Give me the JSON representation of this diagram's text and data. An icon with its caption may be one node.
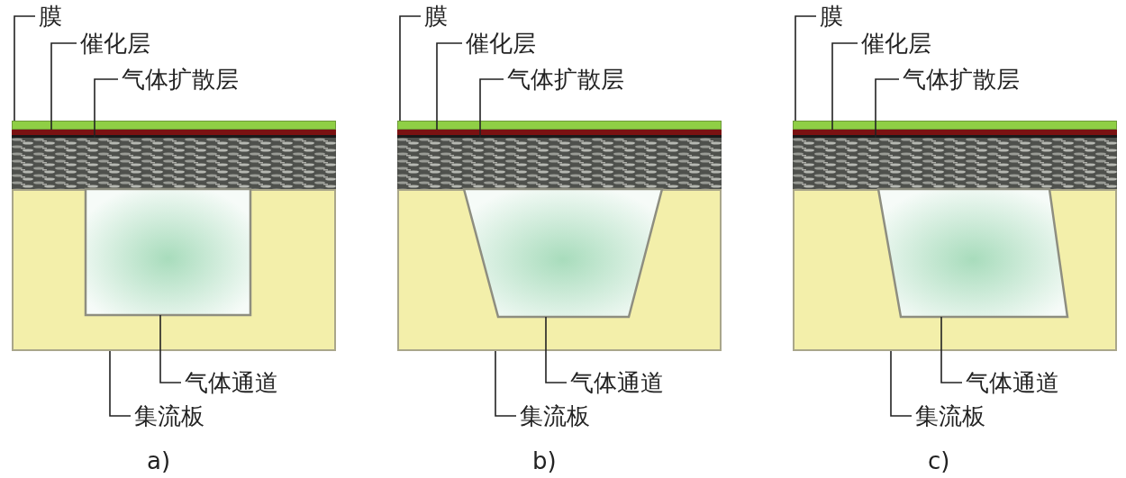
{
  "diagram": {
    "nodes": [
      {
        "text": [
          "膜"
        ]
      },
      {
        "text": [
          "催化层"
        ]
      },
      {
        "text": [
          "气体扩散层"
        ]
      },
      {
        "text": [],
        "shape": "bar"
      },
      {
        "text": [],
        "shape": "bar"
      },
      {
        "text": [],
        "shape": "bar"
      },
      {
        "text": [],
        "shape": "box"
      },
      {
        "text": [],
        "shape": "box",
        "in": 6
      },
      {
        "text": [
          "气体通道"
        ]
      },
      {
        "text": [
          "集流板"
        ]
      },
      {
        "text": [
          "膜"
        ]
      },
      {
        "text": [
          "催化层"
        ]
      },
      {
        "text": [
          "气体扩散层"
        ]
      },
      {
        "text": [],
        "shape": "bar"
      },
      {
        "text": [],
        "shape": "bar"
      },
      {
        "text": [],
        "shape": "bar"
      },
      {
        "text": [],
        "shape": "box"
      },
      {
        "text": [],
        "shape": "trapezoid",
        "in": 16
      },
      {
        "text": [
          "气体通道"
        ]
      },
      {
        "text": [
          "集流板"
        ]
      },
      {
        "text": [
          "膜"
        ]
      },
      {
        "text": [
          "催化层"
        ]
      },
      {
        "text": [
          "气体扩散层"
        ]
      },
      {
        "text": [],
        "shape": "bar"
      },
      {
        "text": [],
        "shape": "bar"
      },
      {
        "text": [],
        "shape": "bar"
      },
      {
        "text": [],
        "shape": "box"
      },
      {
        "text": [],
        "shape": "parallelogram",
        "in": 26
      },
      {
        "text": [
          "气体通道"
        ]
      },
      {
        "text": [
          "集流板"
        ]
      }
    ],
    "edges": [
      {
        "from": 0,
        "to": 3,
        "arrow": "none"
      },
      {
        "from": 1,
        "to": 4,
        "arrow": "none"
      },
      {
        "from": 2,
        "to": 5,
        "arrow": "none"
      },
      {
        "from": 8,
        "to": 7,
        "arrow": "none"
      },
      {
        "from": 9,
        "to": 6,
        "arrow": "none"
      },
      {
        "from": 10,
        "to": 13,
        "arrow": "none"
      },
      {
        "from": 11,
        "to": 14,
        "arrow": "none"
      },
      {
        "from": 12,
        "to": 15,
        "arrow": "none"
      },
      {
        "from": 18,
        "to": 17,
        "arrow": "none"
      },
      {
        "from": 19,
        "to": 16,
        "arrow": "none"
      },
      {
        "from": 20,
        "to": 23,
        "arrow": "none"
      },
      {
        "from": 21,
        "to": 24,
        "arrow": "none"
      },
      {
        "from": 22,
        "to": 25,
        "arrow": "none"
      },
      {
        "from": 28,
        "to": 27,
        "arrow": "none"
      },
      {
        "from": 29,
        "to": 26,
        "arrow": "none"
      }
    ],
    "labels": [
      "a)",
      "b)",
      "c)"
    ]
  }
}
